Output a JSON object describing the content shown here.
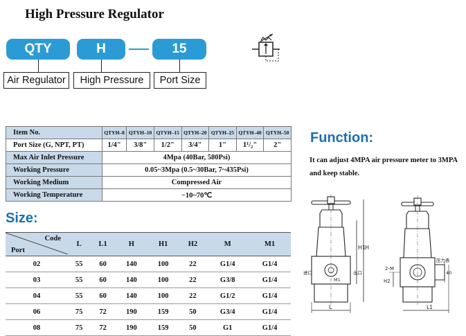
{
  "title": "High Pressure Regulator",
  "code_parts": [
    {
      "code": "QTY",
      "label": "Air Regulator"
    },
    {
      "code": "H",
      "label": "High Pressure"
    },
    {
      "code": "15",
      "label": "Port Size"
    }
  ],
  "spec_table": {
    "header_label": "Item No.",
    "models": [
      "QTYH–8",
      "QTYH–10",
      "QTYH–15",
      "QTYH–20",
      "QTYH–25",
      "QTYH–40",
      "QTYH–50"
    ],
    "port_size_label": "Port Size (G, NPT, PT)",
    "port_sizes": [
      "1/4\"",
      "3/8\"",
      "1/2\"",
      "3/4\"",
      "1\"",
      "1¹/₂\"",
      "2\""
    ],
    "rows": [
      {
        "label": "Max Air Inlet Pressure",
        "value": "4Mpa (40Bar, 580Psi)"
      },
      {
        "label": "Working Pressure",
        "value": "0.05~3Mpa (0.5~30Bar, 7~435Psi)"
      },
      {
        "label": "Working Medium",
        "value": "Compressed Air"
      },
      {
        "label": "Working Temperature",
        "value": "−10~70℃"
      }
    ]
  },
  "function": {
    "title": "Function:",
    "text_line1": "It can adjust 4MPA air pressure meter to 3MPA",
    "text_line2": "and keep stable."
  },
  "size": {
    "title": "Size:",
    "corner_code": "Code",
    "corner_port": "Port",
    "columns": [
      "L",
      "L1",
      "H",
      "H1",
      "H2",
      "M",
      "M1"
    ],
    "rows": [
      {
        "port": "02",
        "values": [
          "55",
          "60",
          "140",
          "100",
          "22",
          "G1/4",
          "G1/4"
        ]
      },
      {
        "port": "03",
        "values": [
          "55",
          "60",
          "140",
          "100",
          "22",
          "G3/8",
          "G1/4"
        ]
      },
      {
        "port": "04",
        "values": [
          "55",
          "60",
          "140",
          "100",
          "22",
          "G1/2",
          "G1/4"
        ]
      },
      {
        "port": "06",
        "values": [
          "75",
          "72",
          "190",
          "159",
          "50",
          "G3/4",
          "G1/4"
        ]
      },
      {
        "port": "08",
        "values": [
          "75",
          "72",
          "190",
          "159",
          "50",
          "G1",
          "G1/4"
        ]
      }
    ]
  },
  "drawing_labels": {
    "h": "H",
    "h1": "H1",
    "h2": "H2",
    "l": "L",
    "l1": "L1",
    "m": "2-M",
    "m1": "M1",
    "inlet": "进口",
    "outlet": "出口",
    "gauge": "压力表",
    "forty": "40"
  },
  "colors": {
    "accent": "#2b9bd6",
    "heading_blue": "#1a6fb2",
    "table_header": "#c8d9ea"
  }
}
